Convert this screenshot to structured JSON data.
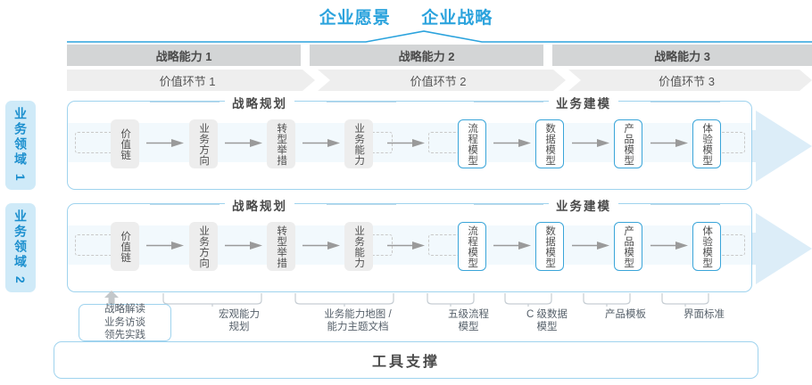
{
  "header": {
    "vision": "企业愿景",
    "strategy": "企业战略",
    "accent_color": "#2ba3dd"
  },
  "capability_bars": [
    {
      "label": "战略能力 1"
    },
    {
      "label": "战略能力 2"
    },
    {
      "label": "战略能力 3"
    }
  ],
  "value_link_bars": [
    {
      "label": "价值环节 1"
    },
    {
      "label": "价值环节 2"
    },
    {
      "label": "价值环节 3"
    }
  ],
  "domains": [
    {
      "label": "业务领域 1"
    },
    {
      "label": "业务领域 2"
    }
  ],
  "sections": {
    "planning_title": "战略规划",
    "modeling_title": "业务建模"
  },
  "planning_nodes": [
    {
      "label": "价值链"
    },
    {
      "label": "业务方向"
    },
    {
      "label": "转型举措"
    },
    {
      "label": "业务能力"
    }
  ],
  "modeling_nodes": [
    {
      "label": "流程模型"
    },
    {
      "label": "数据模型"
    },
    {
      "label": "产品模型"
    },
    {
      "label": "体验模型"
    }
  ],
  "note_box": {
    "label": "战略解读\n业务访谈\n领先实践"
  },
  "captions": [
    {
      "label": "宏观能力\n规划"
    },
    {
      "label": "业务能力地图 /\n能力主题文档"
    },
    {
      "label": "五级流程\n模型"
    },
    {
      "label": "C 级数据\n模型"
    },
    {
      "label": "产品模板"
    },
    {
      "label": "界面标准"
    }
  ],
  "tool_support": {
    "label": "工具支撑"
  },
  "colors": {
    "bar_dark": "#d3d5d6",
    "bar_light": "#eeeeee",
    "domain_chip": "#cfeaf8",
    "row_border": "#9fd3ee",
    "band": "#f2f9fd",
    "node_gray": "#ededed",
    "node_blue_border": "#3aa5d9"
  }
}
